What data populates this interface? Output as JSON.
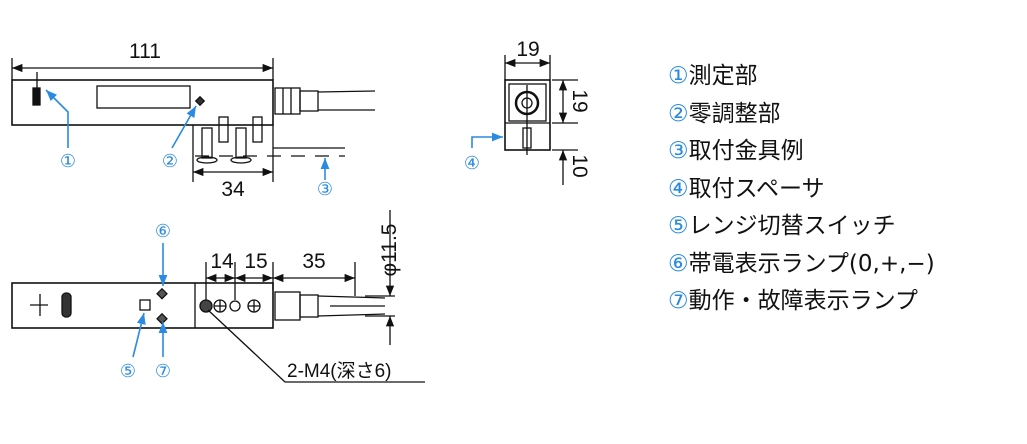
{
  "dimensions": {
    "length": "111",
    "bracket_width": "34",
    "side_width": "19",
    "side_height": "19",
    "spacer_height": "10",
    "pitch_1": "14",
    "pitch_2": "15",
    "cable_length": "35",
    "cable_diameter": "φ11.5",
    "thread_note": "2-M4(深さ6)"
  },
  "callouts": [
    "①",
    "②",
    "③",
    "④",
    "⑤",
    "⑥",
    "⑦"
  ],
  "legend": [
    {
      "num": "①",
      "label": "測定部"
    },
    {
      "num": "②",
      "label": "零調整部"
    },
    {
      "num": "③",
      "label": "取付金具例"
    },
    {
      "num": "④",
      "label": "取付スペーサ"
    },
    {
      "num": "⑤",
      "label": "レンジ切替スイッチ"
    },
    {
      "num": "⑥",
      "label": "帯電表示ランプ(0,+,−)"
    },
    {
      "num": "⑦",
      "label": "動作・故障表示ランプ"
    }
  ],
  "colors": {
    "callout": "#2a8be0",
    "line": "#111111"
  }
}
